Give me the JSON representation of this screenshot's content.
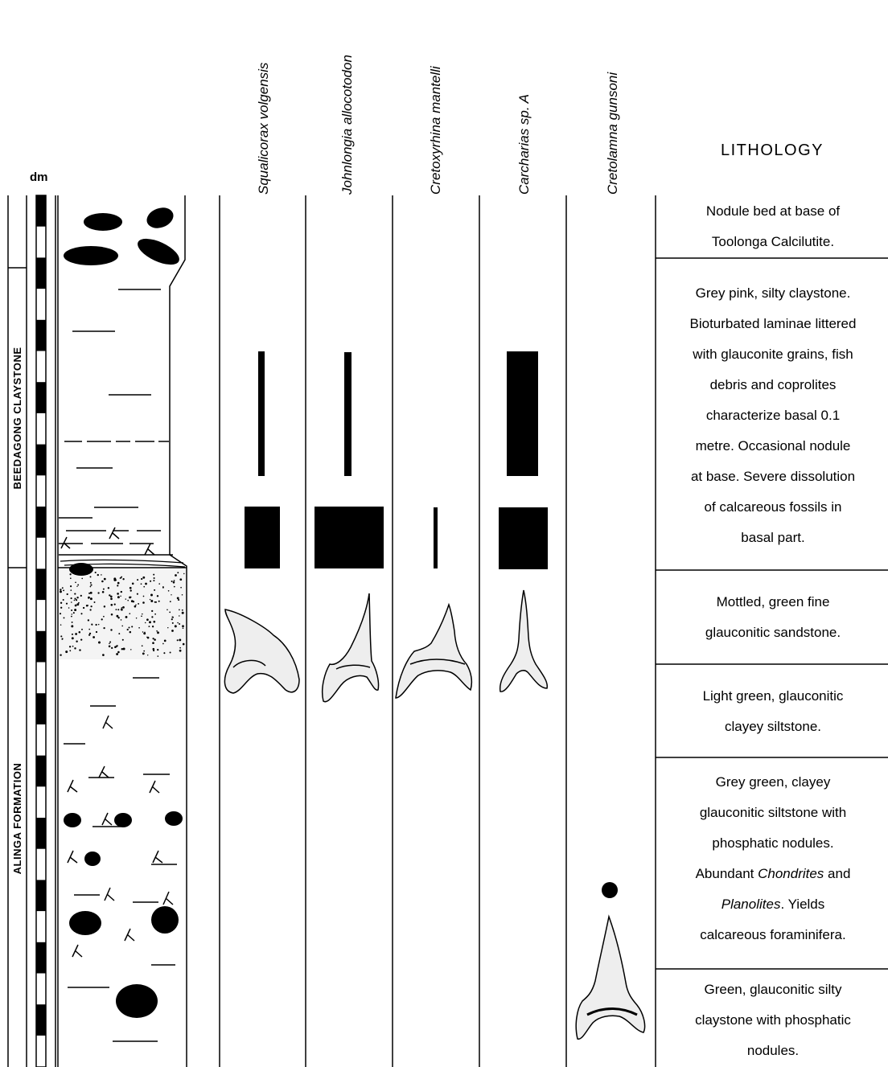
{
  "scale_label": "dm",
  "lithology_title": "LITHOLOGY",
  "formations": {
    "upper": "BEEDAGONG  CLAYSTONE",
    "lower": "ALINGA  FORMATION"
  },
  "species": [
    "Squalicorax volgensis",
    "Johnlongia allocotodon",
    "Cretoxyrhina mantelli",
    "Carcharias sp. A",
    "Cretolamna gunsoni"
  ],
  "lithology": [
    {
      "lines": [
        "Nodule bed at base of",
        "Toolonga Calcilutite."
      ]
    },
    {
      "lines": [
        "Grey pink, silty claystone.",
        "Bioturbated laminae littered",
        "with glauconite grains, fish",
        "debris and coprolites",
        "characterize basal 0.1",
        "metre. Occasional nodule",
        "at base. Severe dissolution",
        "of calcareous fossils in",
        "basal part."
      ]
    },
    {
      "lines": [
        "Mottled, green fine",
        "glauconitic sandstone."
      ]
    },
    {
      "lines": [
        "Light green, glauconitic",
        "clayey siltstone."
      ]
    },
    {
      "lines": [
        "Grey green, clayey",
        "glauconitic siltstone with",
        "phosphatic nodules."
      ],
      "rich_line_1": {
        "pre": "Abundant ",
        "italic": "Chondrites",
        "post": " and"
      },
      "rich_line_2": {
        "pre": "",
        "italic": "Planolites",
        "post": ". Yields"
      },
      "last": "calcareous foraminifera."
    },
    {
      "lines": [
        "Green, glauconitic silty",
        "claystone with phosphatic",
        "nodules."
      ]
    }
  ],
  "colors": {
    "ink": "#000000",
    "stipple_fill": "#f2f2f2",
    "tooth_fill": "#eeeeee"
  }
}
